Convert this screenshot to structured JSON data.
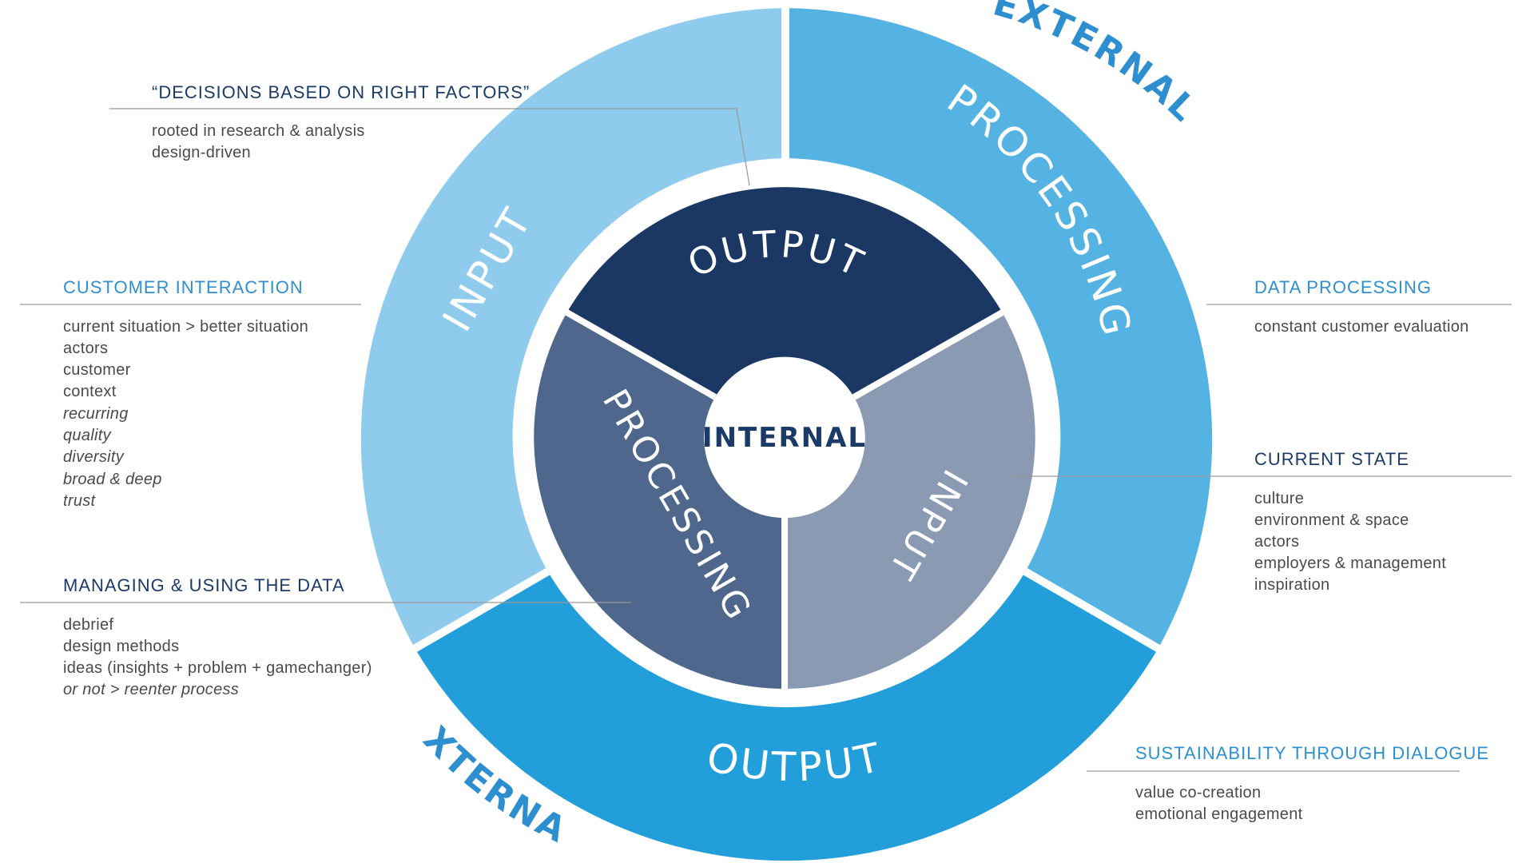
{
  "center": {
    "label": "INTERNAL"
  },
  "external_labels": {
    "top": "EXTERNAL",
    "bottom": "EXTERNAL"
  },
  "outer_ring": {
    "input": "INPUT",
    "processing": "PROCESSING",
    "output": "OUTPUT"
  },
  "inner_ring": {
    "output": "OUTPUT",
    "input": "INPUT",
    "processing": "PROCESSING"
  },
  "notes": {
    "decisions": {
      "title": "“DECISIONS BASED ON RIGHT FACTORS”",
      "lines": [
        "rooted in research & analysis",
        "design-driven"
      ]
    },
    "customer_interaction": {
      "title": "CUSTOMER INTERACTION",
      "lines": [
        "current situation > better situation",
        "actors",
        "customer",
        "context",
        "recurring",
        "quality",
        "diversity",
        "broad & deep",
        "trust"
      ]
    },
    "managing_data": {
      "title": "MANAGING & USING THE DATA",
      "lines": [
        "debrief",
        "design methods",
        "ideas (insights + problem + gamechanger)",
        "or not > reenter process"
      ]
    },
    "data_processing": {
      "title": "DATA PROCESSING",
      "lines": [
        "constant customer evaluation"
      ]
    },
    "current_state": {
      "title": "CURRENT STATE",
      "lines": [
        "culture",
        "environment & space",
        "actors",
        "employers & management",
        "inspiration"
      ]
    },
    "sustainability": {
      "title": "SUSTAINABILITY THROUGH DIALOGUE",
      "lines": [
        "value co-creation",
        "emotional engagement"
      ]
    }
  },
  "colors": {
    "outer_input": "#8ecbec",
    "outer_processing": "#55b3e3",
    "outer_output": "#229fda",
    "inner_output": "#1b3864",
    "inner_input": "#8a9ab3",
    "inner_processing": "#4f678c",
    "center_text": "#1b3a67",
    "accent": "#2e8fd0"
  }
}
